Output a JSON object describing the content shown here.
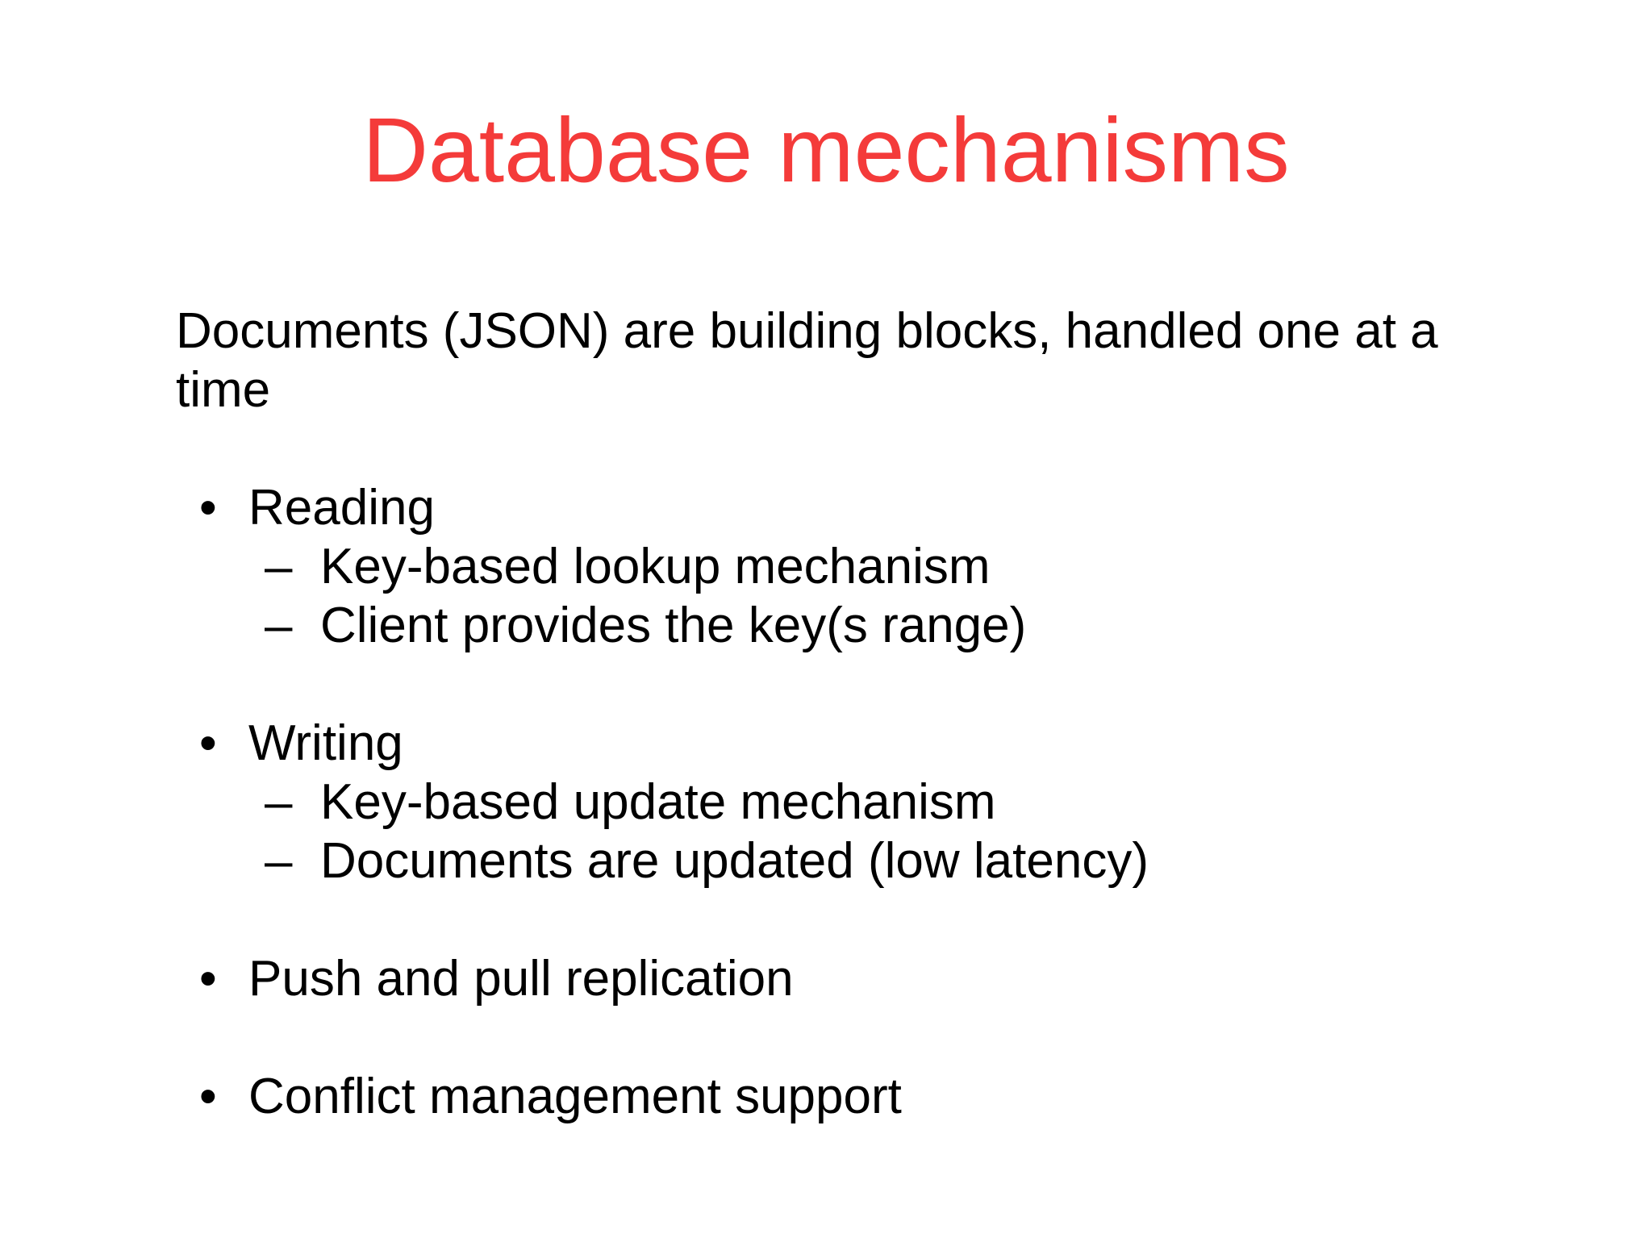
{
  "slide": {
    "title": "Database mechanisms",
    "intro": "Documents (JSON) are building blocks, handled one at a time",
    "glyphs": {
      "bullet": "•",
      "dash": "–"
    },
    "bullets": [
      {
        "label": "Reading",
        "sub": [
          "Key-based lookup mechanism",
          "Client provides the key(s range)"
        ]
      },
      {
        "label": "Writing",
        "sub": [
          "Key-based update mechanism",
          "Documents are updated (low latency)"
        ]
      },
      {
        "label": "Push and pull replication",
        "sub": []
      },
      {
        "label": "Conflict management support",
        "sub": []
      }
    ],
    "colors": {
      "title": "#f43b3a",
      "text": "#000000",
      "background": "#ffffff"
    }
  }
}
